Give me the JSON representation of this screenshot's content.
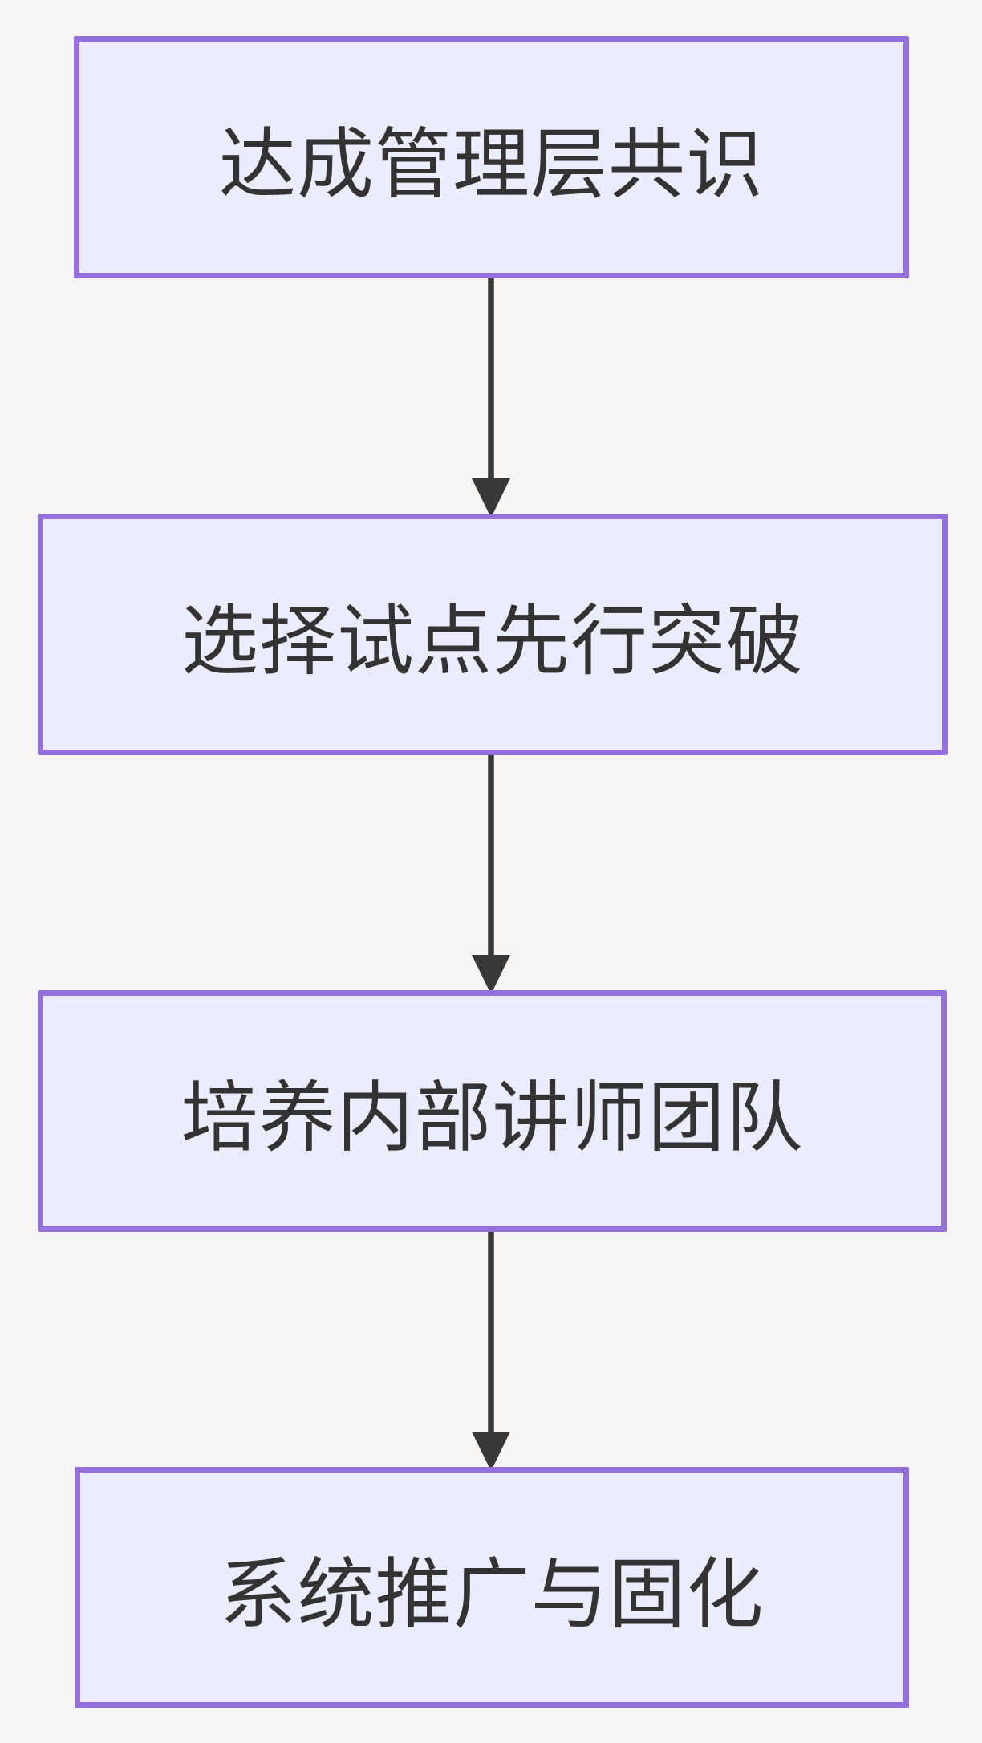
{
  "diagram": {
    "type": "flowchart-top-down",
    "colors": {
      "background": "#f7f6f4",
      "node_fill": "#ECECFF",
      "node_border": "#9370DB",
      "node_text": "#333333",
      "arrow": "#383838"
    },
    "nodes": [
      {
        "id": "step-1",
        "label": "达成管理层共识"
      },
      {
        "id": "step-2",
        "label": "选择试点先行突破"
      },
      {
        "id": "step-3",
        "label": "培养内部讲师团队"
      },
      {
        "id": "step-4",
        "label": "系统推广与固化"
      }
    ],
    "edges": [
      {
        "from": "step-1",
        "to": "step-2"
      },
      {
        "from": "step-2",
        "to": "step-3"
      },
      {
        "from": "step-3",
        "to": "step-4"
      }
    ]
  }
}
